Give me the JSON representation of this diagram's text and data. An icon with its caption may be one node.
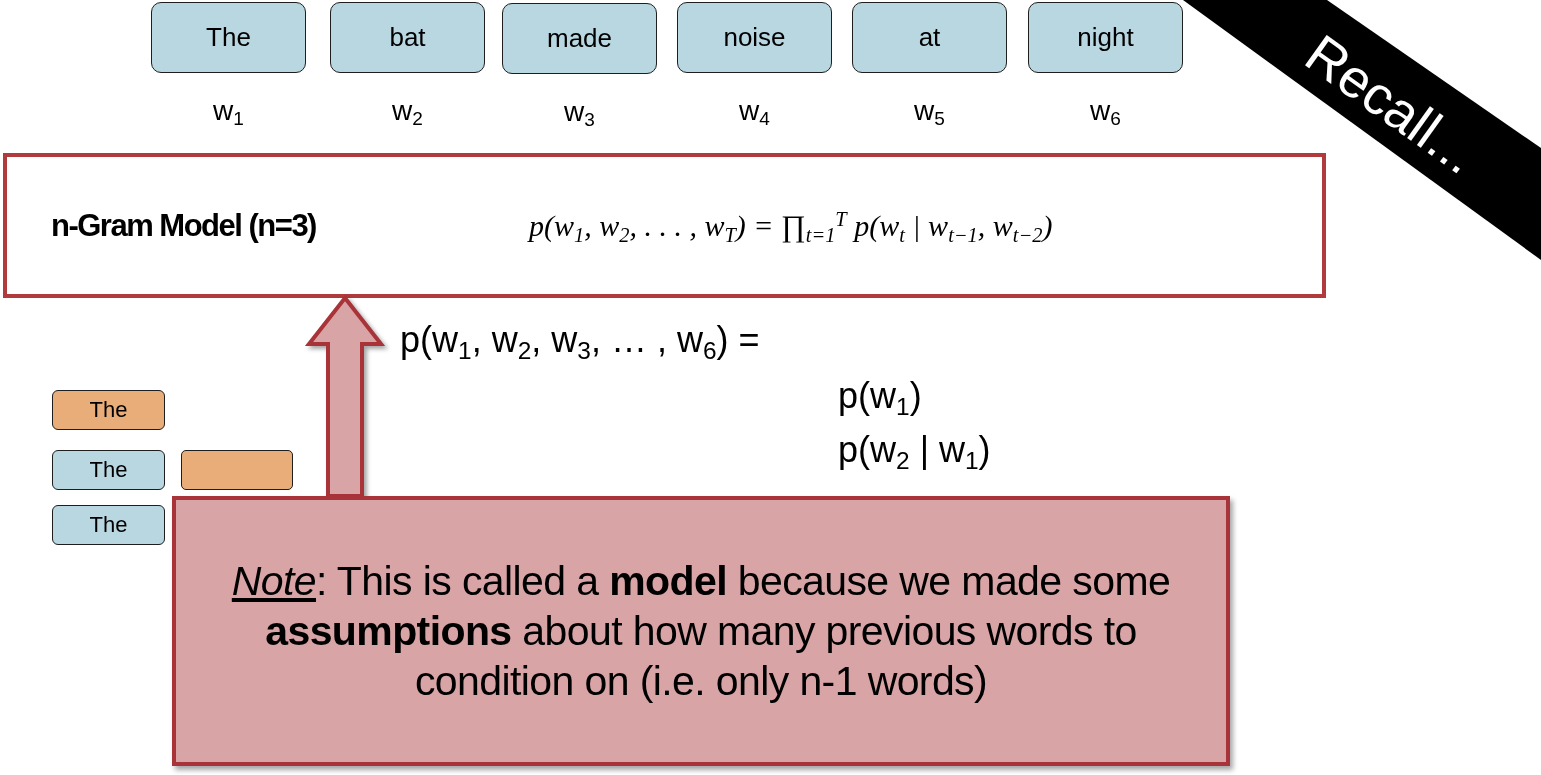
{
  "diagram": {
    "nodes": [
      {
        "text": [
          "The"
        ],
        "beside": [
          "w$_{1}$"
        ]
      },
      {
        "text": [
          "bat"
        ],
        "beside": [
          "w$_{2}$"
        ]
      },
      {
        "text": [
          "made"
        ],
        "beside": [
          "w$_{3}$"
        ]
      },
      {
        "text": [
          "noise"
        ],
        "beside": [
          "w$_{4}$"
        ]
      },
      {
        "text": [
          "at"
        ],
        "beside": [
          "w$_{5}$"
        ]
      },
      {
        "text": [
          "night"
        ],
        "beside": [
          "w$_{6}$"
        ]
      },
      {
        "text": [
          "Recall..."
        ]
      },
      {
        "text": [
          "n-Gram Model (n=3)",
          "p(w$_{1}$, w$_{2}$, . . . , w$_{T}$) = ∏$_{t=1}$$^{T}$ p(w$_{t}$ | w$_{t−1}$, w$_{t−2}$)"
        ]
      },
      {
        "text": [
          "The"
        ]
      },
      {
        "text": [
          "The"
        ]
      },
      {
        "text": [],
        "shape": "box"
      },
      {
        "text": [
          "The"
        ]
      },
      {
        "text": [
          "*Note*: This is called a **model** because we made some **assumptions** about how many previous words to condition on (i.e. only n-1 words)"
        ]
      }
    ],
    "edges": [
      {
        "from": 12,
        "to": 7,
        "arrow": "to",
        "style": "thick"
      }
    ],
    "labels": [
      "p(w$_{1}$, w$_{2}$, w$_{3}$, … , w$_{6}$) =",
      "p(w$_{1}$)",
      "p(w$_{2}$ | w$_{1}$)"
    ]
  }
}
